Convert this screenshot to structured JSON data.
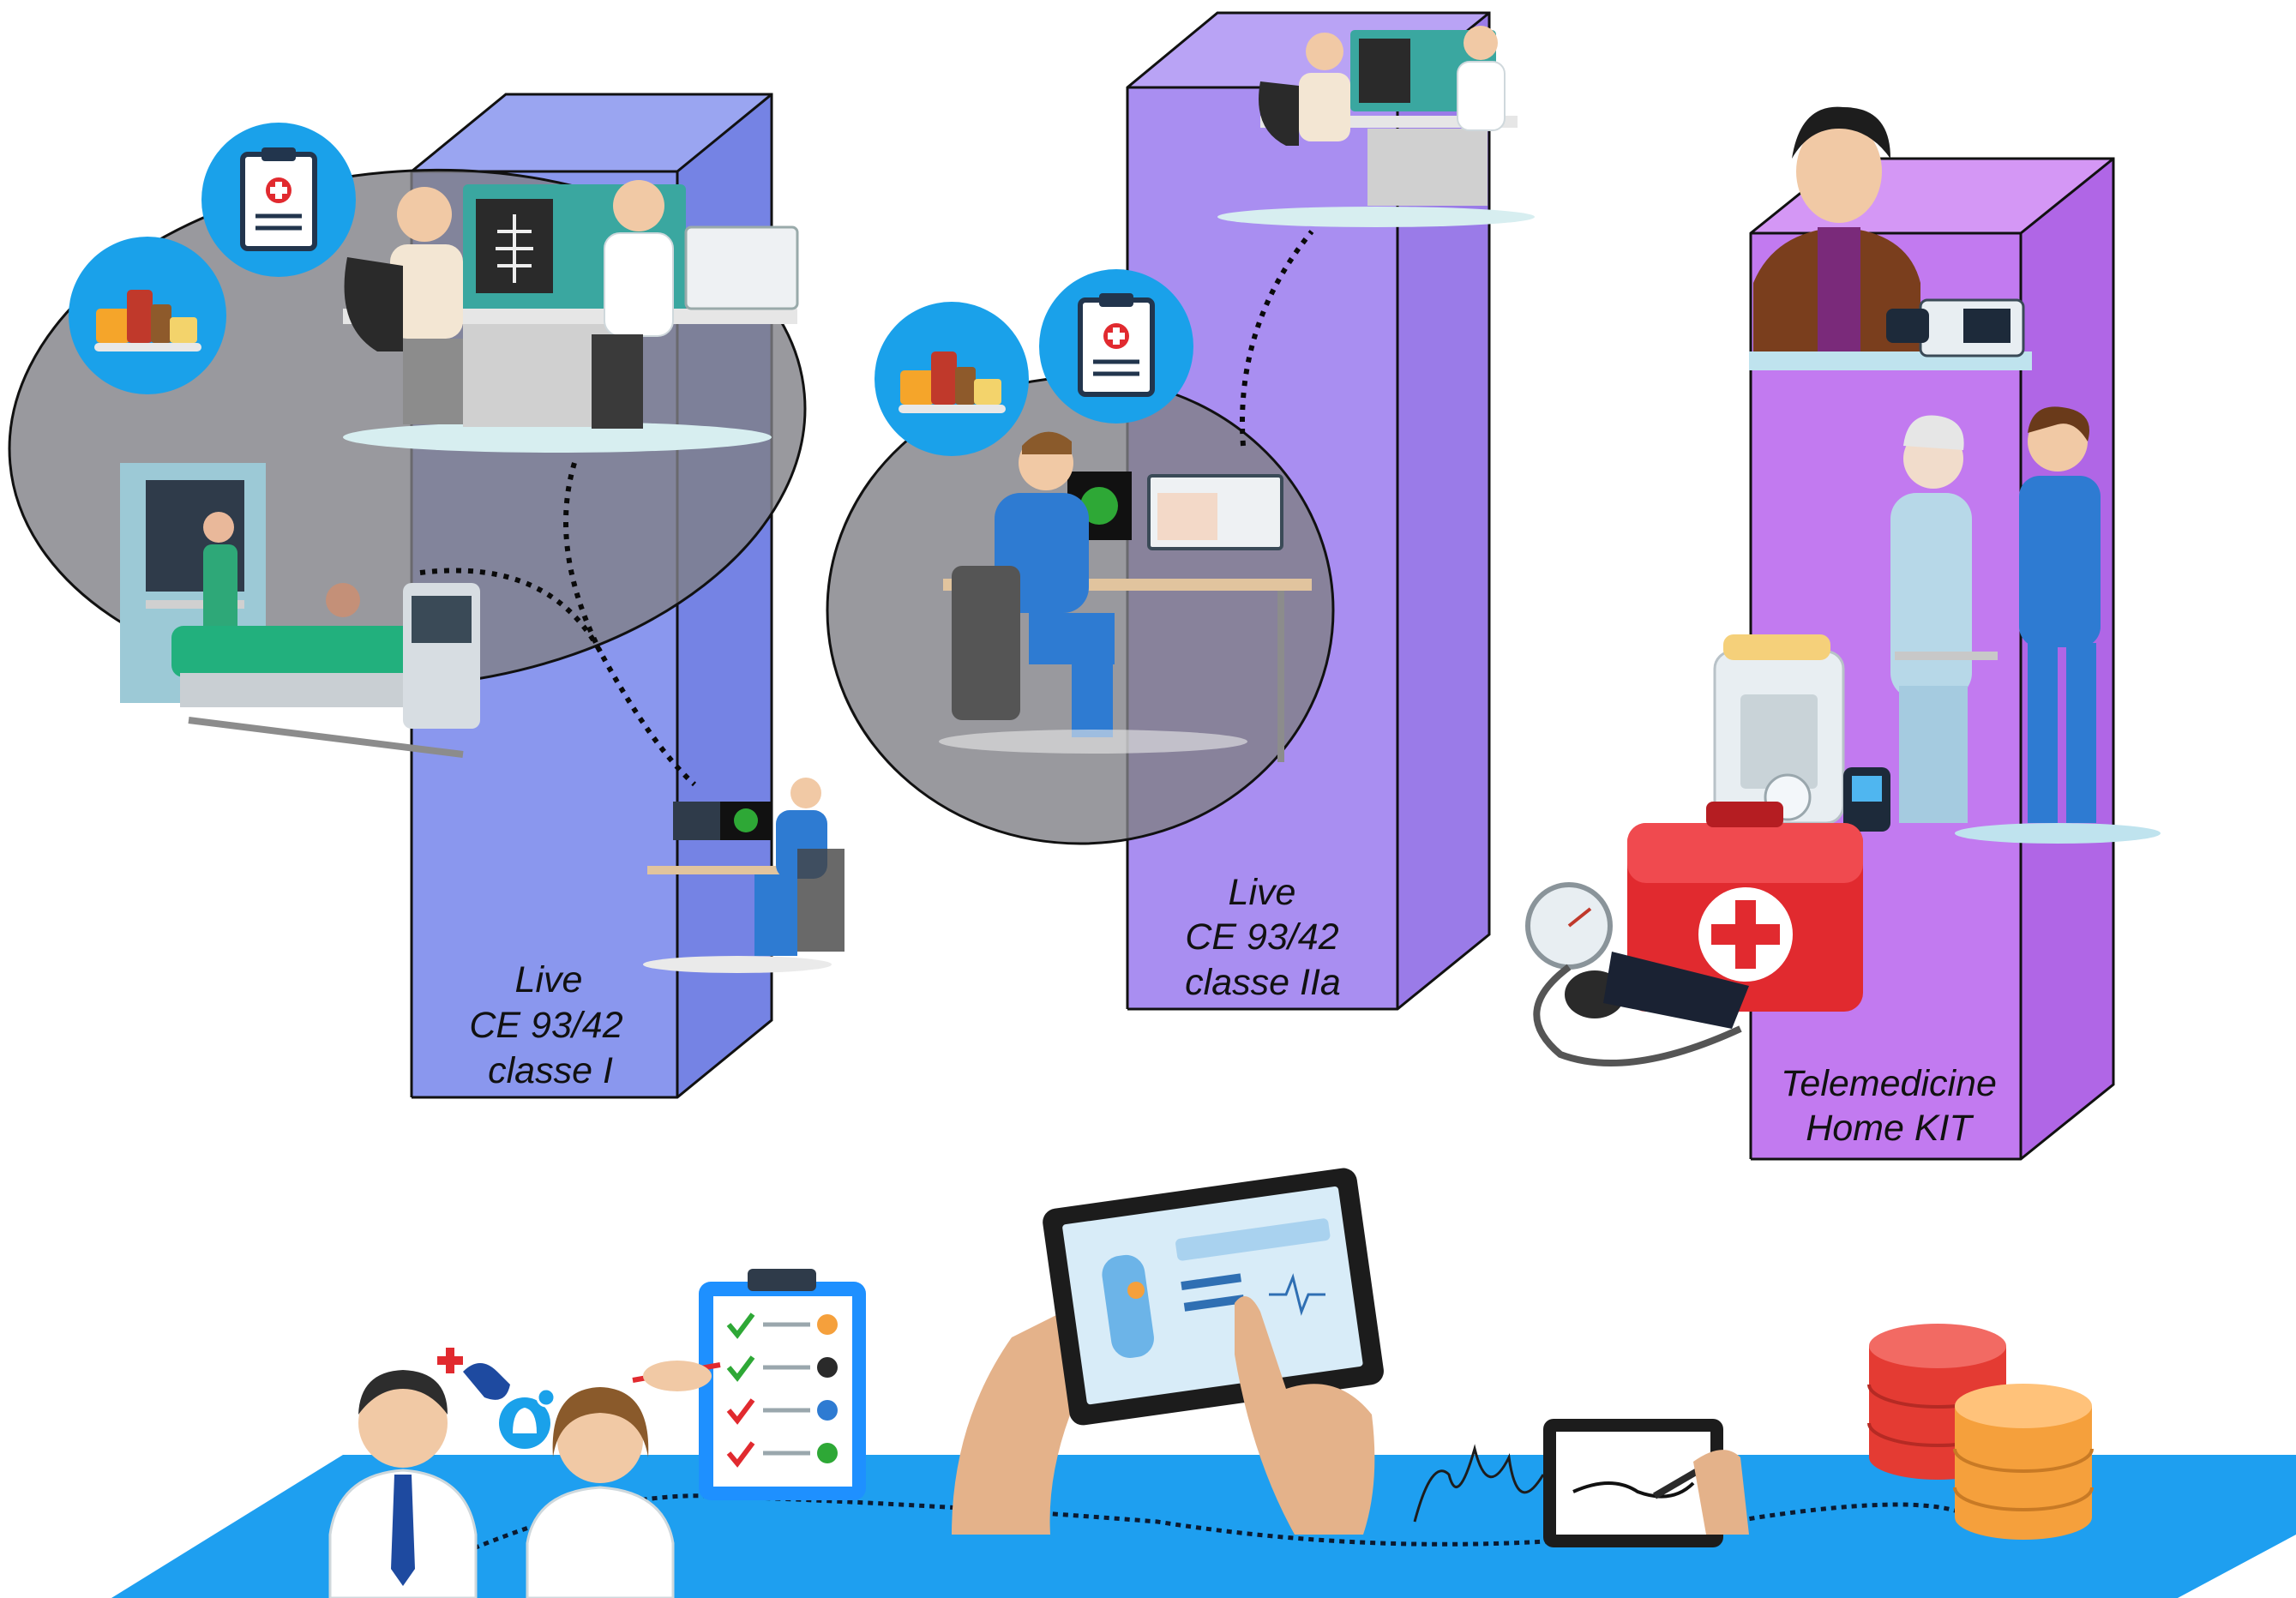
{
  "colors": {
    "block1_front": "#8a97ee",
    "block1_side": "#7583e4",
    "block1_top": "#9aa5f1",
    "block2_front": "#a98ef1",
    "block2_side": "#9a7be8",
    "block2_top": "#b9a3f5",
    "block3_front": "#c27af0",
    "block3_side": "#b066e6",
    "block3_top": "#d497f5",
    "ellipse_fill": "#7f7f86",
    "platform": "#1e9ff0",
    "edge": "#111111",
    "scrub_blue": "#3f6fbf",
    "screen_teal": "#3aa7a0",
    "db_red": "#e43b33",
    "db_orange": "#f5a03c",
    "kit_red": "#e12a2f"
  },
  "labels": {
    "block1": [
      "Live",
      "CE 93/42",
      "classe I"
    ],
    "block2": [
      "Live",
      "CE 93/42",
      "classe IIa"
    ],
    "block3": [
      "Telemedicine",
      "Home KIT"
    ]
  },
  "icons": [
    "medicines-icon",
    "clipboard-icon",
    "phone-icon",
    "bell-icon",
    "checklist-icon",
    "tablet-icon",
    "signature-pad-icon",
    "database-icon",
    "first-aid-kit-icon",
    "blood-pressure-icon"
  ]
}
